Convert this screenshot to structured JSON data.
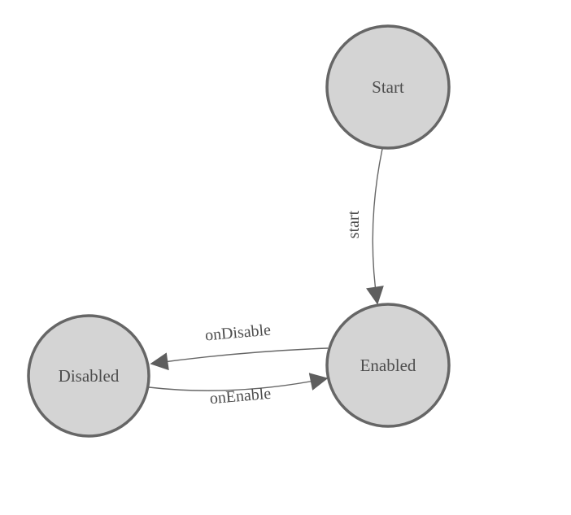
{
  "diagram": {
    "type": "state-machine",
    "background": "#ffffff",
    "colors": {
      "node_fill": "#d4d4d4",
      "node_stroke": "#666666",
      "edge_stroke": "#666666",
      "arrow_fill": "#5e5e5e",
      "label_text": "#4d4d4d"
    },
    "nodes": [
      {
        "id": "start",
        "label": "Start"
      },
      {
        "id": "enabled",
        "label": "Enabled"
      },
      {
        "id": "disabled",
        "label": "Disabled"
      }
    ],
    "edges": [
      {
        "id": "edge-start",
        "label": "start",
        "from": "Start",
        "to": "Enabled"
      },
      {
        "id": "edge-on-disable",
        "label": "onDisable",
        "from": "Enabled",
        "to": "Disabled"
      },
      {
        "id": "edge-on-enable",
        "label": "onEnable",
        "from": "Disabled",
        "to": "Enabled"
      }
    ]
  }
}
